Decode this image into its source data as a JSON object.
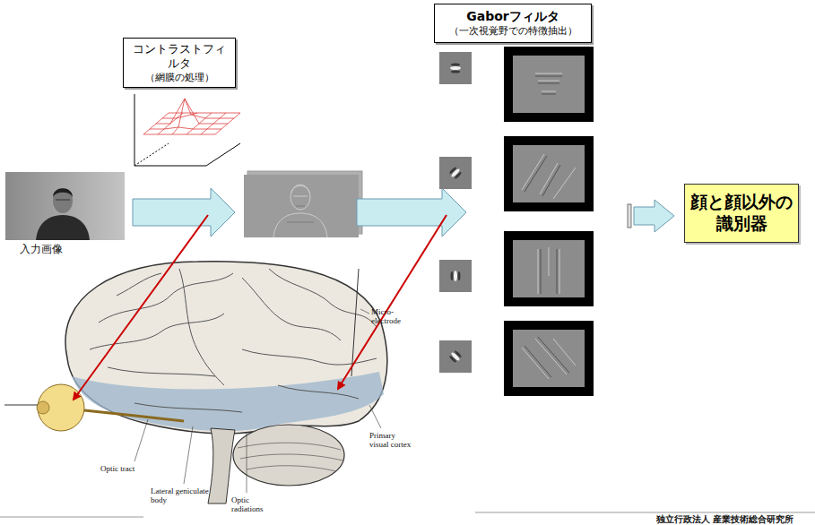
{
  "diagram": {
    "nodes": [
      {
        "text": [
          "コントラストフィルタ",
          "（網膜の処理）"
        ]
      },
      {
        "text": [
          "Gaborフィルタ",
          "（一次視覚野での特徴抽出）"
        ]
      },
      {
        "text": [
          "顔と顔以外の識別器"
        ]
      }
    ],
    "labels": [
      "入力画像",
      "Micro- electrode",
      "Optic tract",
      "Lateral geniculate body",
      "Optic radiations",
      "Primary visual cortex",
      "独立行政法人 産業技術総合研究所"
    ]
  }
}
